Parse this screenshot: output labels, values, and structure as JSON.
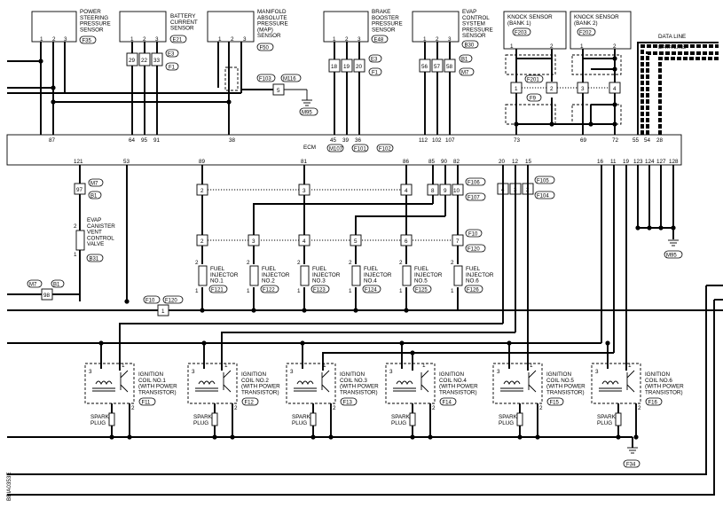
{
  "ecm_label": "ECM",
  "ecm_connectors": [
    "M107",
    "F101",
    "F102"
  ],
  "ecm_top_pins": [
    "87",
    "64",
    "95",
    "91",
    "38",
    "45",
    "39",
    "36",
    "112",
    "102",
    "107",
    "73",
    "69",
    "72",
    "55",
    "54",
    "28"
  ],
  "ecm_bottom_pins": [
    "121",
    "53",
    "89",
    "81",
    "86",
    "85",
    "90",
    "82",
    "20",
    "12",
    "15",
    "16",
    "11",
    "19",
    "123",
    "124",
    "127",
    "128"
  ],
  "sensors": [
    {
      "lines": [
        "POWER",
        "STEERING",
        "PRESSURE",
        "SENSOR"
      ],
      "connector": "F35",
      "pins": [
        "1",
        "2",
        "3"
      ]
    },
    {
      "lines": [
        "BATTERY",
        "CURRENT",
        "SENSOR"
      ],
      "connector": "E21",
      "pins": [
        "1",
        "2",
        "3"
      ]
    },
    {
      "lines": [
        "MANIFOLD",
        "ABSOLUTE",
        "PRESSURE",
        "(MAP)",
        "SENSOR"
      ],
      "connector": "F50",
      "pins": [
        "1",
        "2",
        "3"
      ]
    },
    {
      "lines": [
        "BRAKE",
        "BOOSTER",
        "PRESSURE",
        "SENSOR"
      ],
      "connector": "E48",
      "pins": [
        "1",
        "2",
        "3"
      ]
    },
    {
      "lines": [
        "EVAP",
        "CONTROL",
        "SYSTEM",
        "PRESSURE",
        "SENSOR"
      ],
      "connector": "B30",
      "pins": [
        "1",
        "2",
        "3"
      ]
    },
    {
      "lines": [
        "KNOCK SENSOR",
        "(BANK 1)"
      ],
      "connector": "F203",
      "pins": [
        "1",
        "2"
      ]
    },
    {
      "lines": [
        "KNOCK SENSOR",
        "(BANK 2)"
      ],
      "connector": "F202",
      "pins": [
        "1",
        "2"
      ]
    }
  ],
  "battery_current_junction": {
    "pins": [
      "29",
      "22",
      "33"
    ],
    "connectors": [
      "E3",
      "F1"
    ]
  },
  "brake_booster_junction": {
    "pins": [
      "18",
      "19",
      "20"
    ],
    "connectors": [
      "E3",
      "F1"
    ]
  },
  "evap_pressure_junction": {
    "pins": [
      "56",
      "57",
      "58"
    ],
    "connectors": [
      "B1",
      "M7"
    ]
  },
  "map_ground": {
    "connectors": [
      "F103",
      "M116"
    ],
    "pin": "5",
    "ground": "M95"
  },
  "knock_junction": {
    "pins": [
      "1",
      "2",
      "3",
      "4"
    ],
    "connectors": [
      "F201",
      "F9"
    ]
  },
  "data_line_labels": [
    "DATA LINE",
    "DATA LINE"
  ],
  "evap_canister": {
    "lines": [
      "EVAP",
      "CANISTER",
      "VENT",
      "CONTROL",
      "VALVE"
    ],
    "connector": "B31",
    "pins": [
      "2",
      "1"
    ],
    "upper_pin": "97",
    "upper_connectors": [
      "M7",
      "B1"
    ],
    "lower_pin": "98",
    "lower_connectors": [
      "M7",
      "B1"
    ]
  },
  "injector_top_row": {
    "pins": [
      "2",
      "3",
      "4",
      "8",
      "9",
      "10"
    ],
    "connectors": [
      "F106",
      "F107"
    ]
  },
  "injector_bottom_row": {
    "pins": [
      "2",
      "3",
      "4",
      "5",
      "6",
      "7"
    ],
    "connectors": [
      "F10",
      "F120"
    ]
  },
  "injectors": [
    {
      "lines": [
        "FUEL",
        "INJECTOR",
        "NO.1"
      ],
      "connector": "F121"
    },
    {
      "lines": [
        "FUEL",
        "INJECTOR",
        "NO.2"
      ],
      "connector": "F122"
    },
    {
      "lines": [
        "FUEL",
        "INJECTOR",
        "NO.3"
      ],
      "connector": "F123"
    },
    {
      "lines": [
        "FUEL",
        "INJECTOR",
        "NO.4"
      ],
      "connector": "F124"
    },
    {
      "lines": [
        "FUEL",
        "INJECTOR",
        "NO.5"
      ],
      "connector": "F125"
    },
    {
      "lines": [
        "FUEL",
        "INJECTOR",
        "NO.6"
      ],
      "connector": "F126"
    }
  ],
  "injector_pins": [
    "1",
    "2"
  ],
  "injector_common": {
    "pin": "1",
    "connectors": [
      "F10",
      "F120"
    ]
  },
  "coil_junction": {
    "pins": [
      "4",
      "3",
      "2"
    ],
    "connectors": [
      "F105",
      "F104"
    ]
  },
  "ground_right": "M95",
  "coils": [
    {
      "lines": [
        "IGNITION",
        "COIL NO.1",
        "(WITH POWER",
        "TRANSISTOR)"
      ],
      "connector": "F11"
    },
    {
      "lines": [
        "IGNITION",
        "COIL NO.2",
        "(WITH POWER",
        "TRANSISTOR)"
      ],
      "connector": "F12"
    },
    {
      "lines": [
        "IGNITION",
        "COIL NO.3",
        "(WITH POWER",
        "TRANSISTOR)"
      ],
      "connector": "F13"
    },
    {
      "lines": [
        "IGNITION",
        "COIL NO.4",
        "(WITH POWER",
        "TRANSISTOR)"
      ],
      "connector": "F14"
    },
    {
      "lines": [
        "IGNITION",
        "COIL NO.5",
        "(WITH POWER",
        "TRANSISTOR)"
      ],
      "connector": "F15"
    },
    {
      "lines": [
        "IGNITION",
        "COIL NO.6",
        "(WITH POWER",
        "TRANSISTOR)"
      ],
      "connector": "F16"
    }
  ],
  "coil_pins": [
    "3",
    "1",
    "2"
  ],
  "spark_plug_lines": [
    "SPARK",
    "PLUG"
  ],
  "coil_ground": "F34",
  "figure_code": "BBIA0353E"
}
